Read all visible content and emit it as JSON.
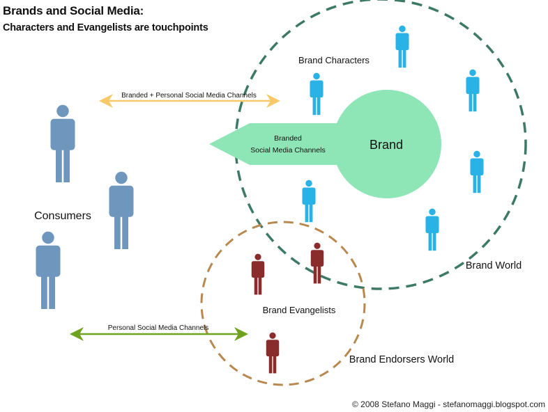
{
  "title": "Brands and Social Media:",
  "subtitle": "Characters and Evangelists are touchpoints",
  "labels": {
    "brand": "Brand",
    "brand_characters": "Brand Characters",
    "brand_world": "Brand World",
    "brand_evangelists": "Brand Evangelists",
    "brand_endorsers_world": "Brand Endorsers World",
    "consumers": "Consumers",
    "branded_channels_line1": "Branded",
    "branded_channels_line2": "Social Media Channels",
    "branded_personal_channels": "Branded + Personal Social Media Channels",
    "personal_channels": "Personal Social Media Channels"
  },
  "copyright": "© 2008 Stefano Maggi - stefanomaggi.blogspot.com",
  "colors": {
    "brand_fill": "#8ee6b7",
    "brand_world_stroke": "#3d7a66",
    "endorsers_stroke": "#b8884f",
    "consumer_figure": "#6f97bd",
    "character_figure": "#29b2e6",
    "evangelist_figure": "#8a2c2c",
    "branded_personal_arrow": "#f7c969",
    "personal_arrow": "#6fa21f"
  }
}
